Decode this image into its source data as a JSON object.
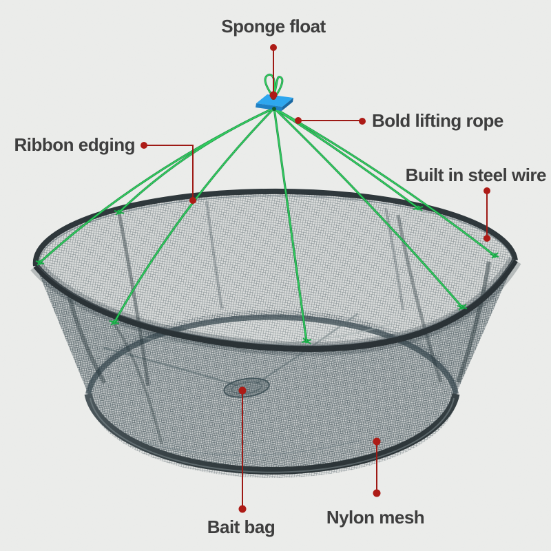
{
  "figure": {
    "type": "annotated-product-diagram",
    "subject": "foldable round fishing drop net / crab trap hanging from lifting ropes"
  },
  "annotations": [
    {
      "id": "sponge-float",
      "label": "Sponge float"
    },
    {
      "id": "bold-lifting-rope",
      "label": "Bold lifting rope"
    },
    {
      "id": "ribbon-edging",
      "label": "Ribbon edging"
    },
    {
      "id": "built-in-steel-wire",
      "label": "Built in steel wire"
    },
    {
      "id": "bait-bag",
      "label": "Bait bag"
    },
    {
      "id": "nylon-mesh",
      "label": "Nylon mesh"
    }
  ],
  "colors": {
    "background": "#ecedeb",
    "label_text": "#3e3e3e",
    "marker_line_red": "#9c1510",
    "marker_dot_red": "#ad1712",
    "rope_green_bright": "#2ed15d",
    "rope_green_dark": "#0e8a39",
    "float_blue": "#2aa6f0",
    "net_frame_dark": "#272f33",
    "mesh_tint": "#31424a"
  }
}
